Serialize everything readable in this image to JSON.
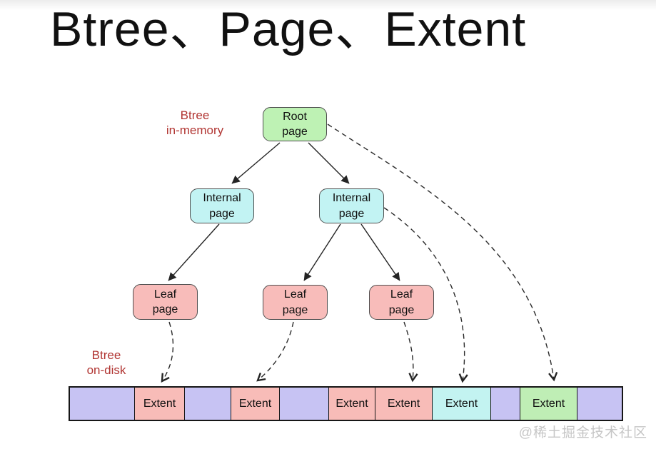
{
  "title": "Btree、Page、Extent",
  "annotations": {
    "in_memory": "Btree\nin-memory",
    "on_disk": "Btree\non-disk"
  },
  "tree": {
    "root": {
      "label": "Root\npage"
    },
    "internal_left": {
      "label": "Internal\npage"
    },
    "internal_right": {
      "label": "Internal\npage"
    },
    "leaf_left": {
      "label": "Leaf\npage"
    },
    "leaf_middle": {
      "label": "Leaf\npage"
    },
    "leaf_right": {
      "label": "Leaf\npage"
    }
  },
  "extent_row": {
    "cells": [
      {
        "label": "",
        "color": "purple"
      },
      {
        "label": "Extent",
        "color": "pink"
      },
      {
        "label": "",
        "color": "purple"
      },
      {
        "label": "Extent",
        "color": "pink"
      },
      {
        "label": "",
        "color": "purple"
      },
      {
        "label": "Extent",
        "color": "pink"
      },
      {
        "label": "Extent",
        "color": "pink"
      },
      {
        "label": "Extent",
        "color": "cyan"
      },
      {
        "label": "",
        "color": "purple"
      },
      {
        "label": "Extent",
        "color": "green"
      },
      {
        "label": "",
        "color": "purple"
      }
    ]
  },
  "watermark": "@稀土掘金技术社区",
  "colors": {
    "annotation_red": "#b13532",
    "node_border": "#4f4f4f",
    "node_green": "#bef2b4",
    "node_cyan": "#c2f3f3",
    "node_pink": "#f8bcba",
    "row_purple": "#c7c3f3",
    "row_pink": "#f8bcb8",
    "row_cyan": "#c3f3f1",
    "row_green": "#bfeeb5",
    "arrow": "#242424"
  }
}
